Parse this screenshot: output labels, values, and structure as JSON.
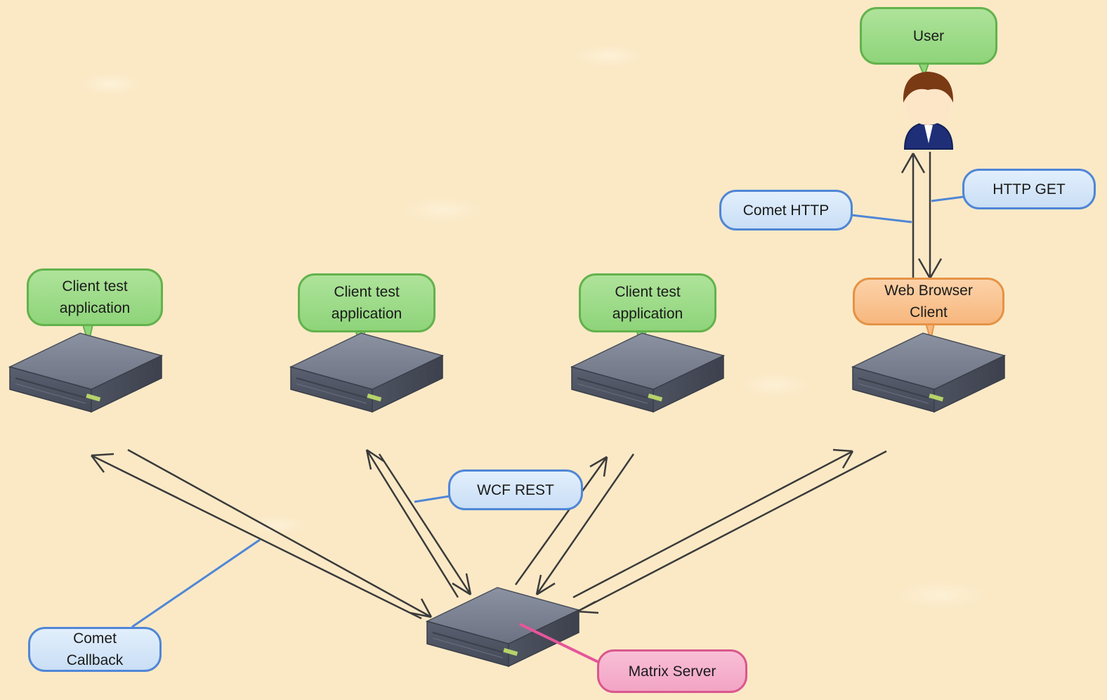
{
  "nodes": {
    "client_1": {
      "label": "Client test\napplication"
    },
    "client_2": {
      "label": "Client test\napplication"
    },
    "client_3": {
      "label": "Client test\napplication"
    },
    "web_client": {
      "label": "Web Browser\nClient"
    },
    "user": {
      "label": "User"
    },
    "matrix_server": {
      "label": "Matrix Server"
    }
  },
  "annotations": {
    "wcf_rest": "WCF REST",
    "comet_callback": "Comet\nCallback",
    "comet_http": "Comet HTTP",
    "http_get": "HTTP GET"
  },
  "colors": {
    "background": "#fbe9c6",
    "node_callout_green": "#8ed47a",
    "annotation_blue": "#c9def5",
    "web_client_orange": "#f7b77e",
    "matrix_server_pink": "#f2a4c4",
    "server_body": "#6f7686"
  }
}
